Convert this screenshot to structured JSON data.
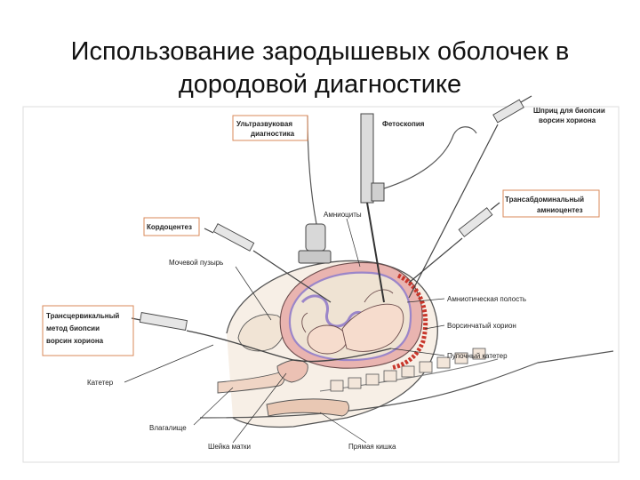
{
  "title": {
    "line1": "Использование зародышевых оболочек в",
    "line2": "дородовой диагностике"
  },
  "diagram": {
    "labels": {
      "ultrasound_1": "Ультразвуковая",
      "ultrasound_2": "диагностика",
      "fetoscopy": "Фетоскопия",
      "syringe_biopsy_1": "Шприц для биопсии",
      "syringe_biopsy_2": "ворсин хориона",
      "transabdominal_1": "Трансабдоминальный",
      "transabdominal_2": "амниоцентез",
      "cordocentesis": "Кордоцентез",
      "amniocytes": "Амниоциты",
      "bladder": "Мочевой пузырь",
      "amniotic_cavity": "Амниотическая полость",
      "chorion": "Ворсинчатый хорион",
      "cord_catheter": "Пупочный катетер",
      "transcervical_1": "Трансцервикальный",
      "transcervical_2": "метод биопсии",
      "transcervical_3": "ворсин хориона",
      "catheter": "Катетер",
      "vagina": "Влагалище",
      "cervix": "Шейка матки",
      "rectum": "Прямая кишка"
    },
    "colors": {
      "highlight_box": "#d9895a",
      "chorion_red": "#c8362b",
      "uterus_pink": "#e9b4b0",
      "membrane_purple": "#9b86c9",
      "fluid_beige": "#efe3d3"
    }
  }
}
